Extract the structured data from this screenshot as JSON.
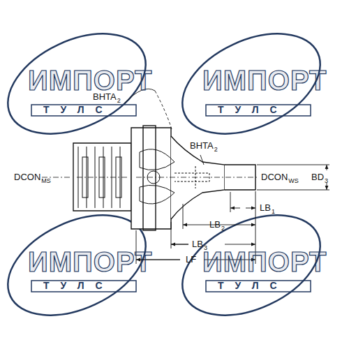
{
  "diagram": {
    "labels": [
      "ИМПОРТ",
      "ТУЛС",
      "ИМПОРТ",
      "ТУЛС",
      "ИМПОРТ",
      "ТУЛС",
      "ИМПОРТ",
      "ТУЛС",
      "BHTA",
      "2",
      "BHTA",
      "2",
      "DCON",
      "MS",
      "DCON",
      "WS",
      "BD",
      "3",
      "LB",
      "1",
      "LB",
      "2",
      "LB",
      "3",
      "LF"
    ]
  }
}
